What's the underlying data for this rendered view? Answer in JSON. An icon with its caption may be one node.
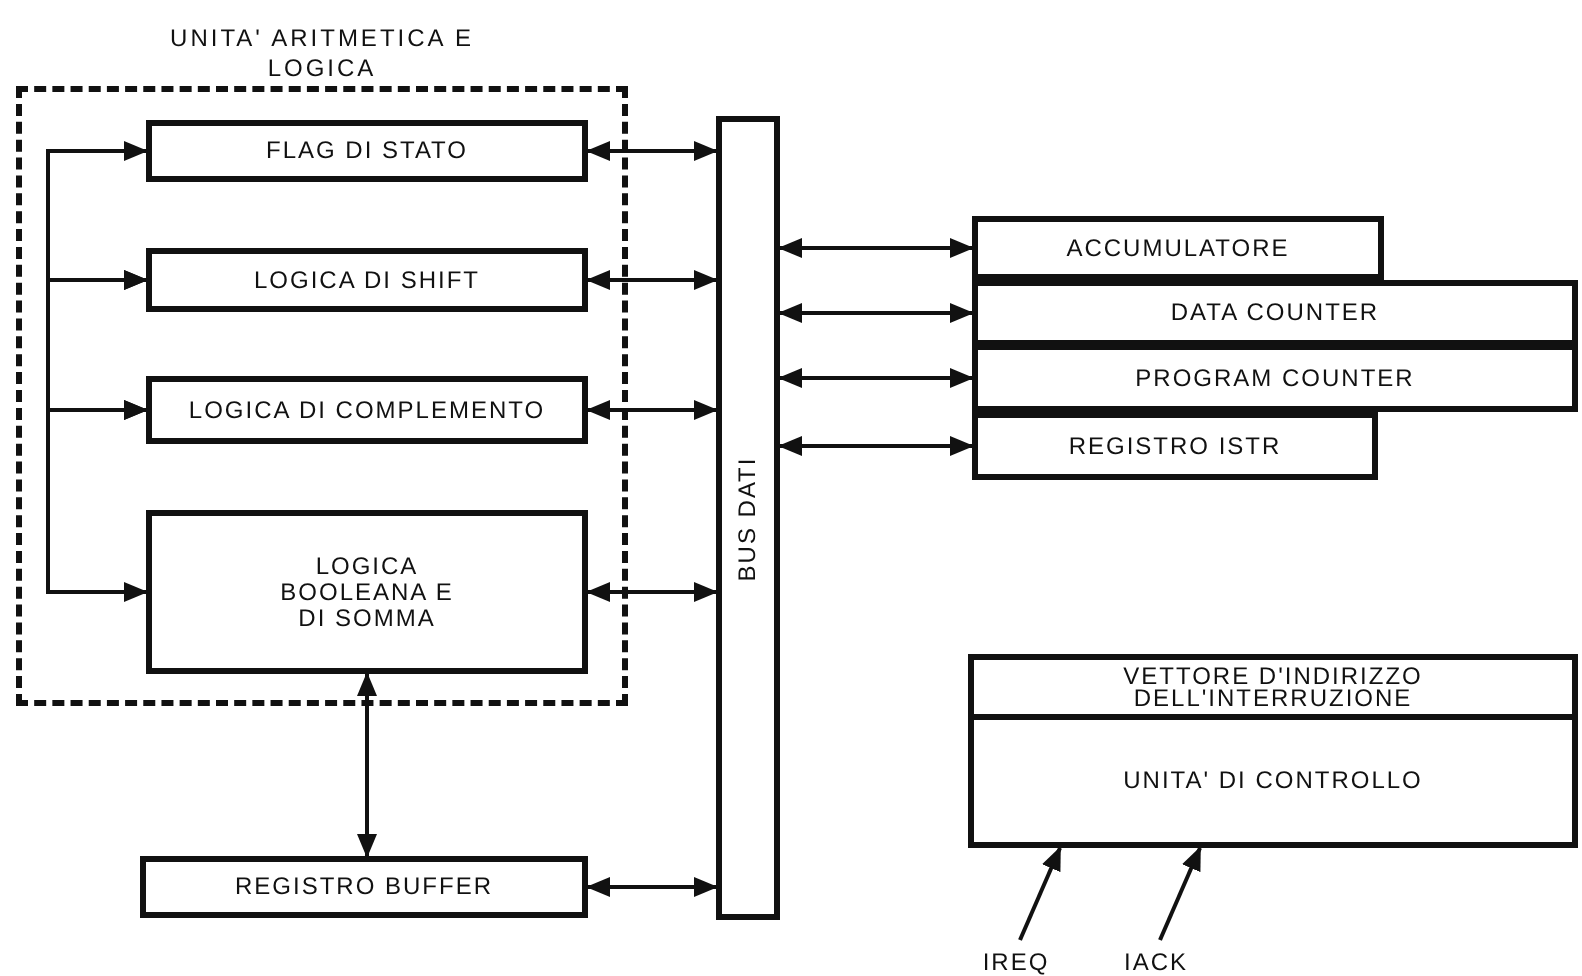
{
  "diagram": {
    "nodes": [
      {
        "text": [
          "UNITA' ARITMETICA E LOGICA"
        ]
      },
      {
        "text": [
          "FLAG DI STATO"
        ],
        "in": 0
      },
      {
        "text": [
          "LOGICA DI SHIFT"
        ],
        "in": 0
      },
      {
        "text": [
          "LOGICA DI COMPLEMENTO"
        ],
        "in": 0
      },
      {
        "text": [
          "LOGICA BOOLEANA E DI SOMMA"
        ],
        "in": 0
      },
      {
        "text": [
          "BUS DATI"
        ]
      },
      {
        "text": [
          "REGISTRO BUFFER"
        ]
      },
      {
        "text": [
          "ACCUMULATORE"
        ]
      },
      {
        "text": [
          "DATA COUNTER"
        ]
      },
      {
        "text": [
          "PROGRAM COUNTER"
        ]
      },
      {
        "text": [
          "REGISTRO ISTR"
        ]
      },
      {
        "text": [
          "VETTORE D'INDIRIZZO DELL'INTERRUZIONE"
        ]
      },
      {
        "text": [
          "UNITA' DI CONTROLLO"
        ]
      },
      {
        "text": [
          "IREQ"
        ]
      },
      {
        "text": [
          "IACK"
        ]
      }
    ],
    "edges": [
      {
        "from": 1,
        "to": 2,
        "arrow": "both"
      },
      {
        "from": 2,
        "to": 3,
        "arrow": "both"
      },
      {
        "from": 3,
        "to": 4,
        "arrow": "both"
      },
      {
        "from": 1,
        "to": 5,
        "arrow": "both"
      },
      {
        "from": 2,
        "to": 5,
        "arrow": "both"
      },
      {
        "from": 3,
        "to": 5,
        "arrow": "both"
      },
      {
        "from": 4,
        "to": 5,
        "arrow": "both"
      },
      {
        "from": 4,
        "to": 6,
        "arrow": "both"
      },
      {
        "from": 6,
        "to": 5,
        "arrow": "both"
      },
      {
        "from": 5,
        "to": 7,
        "arrow": "both"
      },
      {
        "from": 5,
        "to": 8,
        "arrow": "both"
      },
      {
        "from": 5,
        "to": 9,
        "arrow": "both"
      },
      {
        "from": 5,
        "to": 10,
        "arrow": "both"
      },
      {
        "from": 13,
        "to": 12,
        "arrow": "to"
      },
      {
        "from": 14,
        "to": 12,
        "arrow": "to"
      }
    ]
  }
}
